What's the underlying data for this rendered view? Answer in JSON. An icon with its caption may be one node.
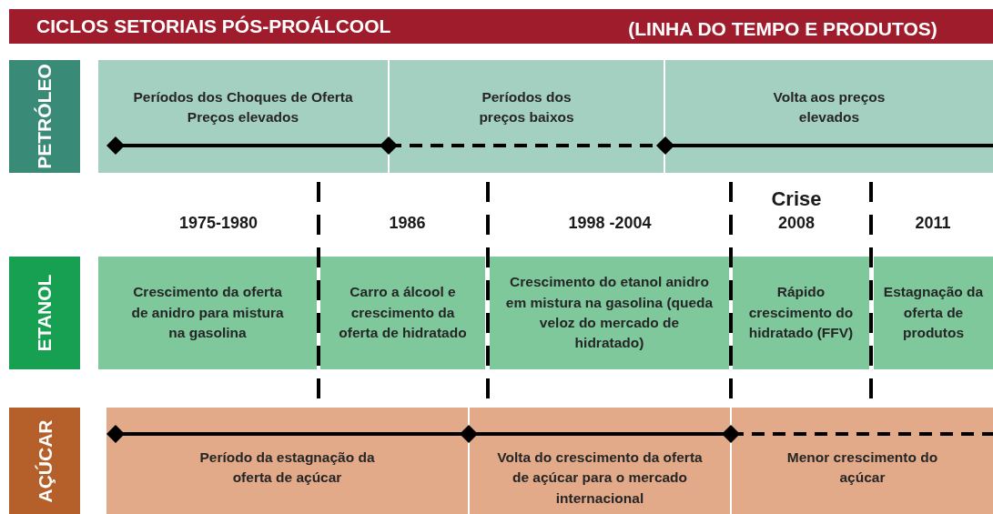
{
  "diagram": {
    "title": "CICLOS SETORIAIS PÓS-PROÁLCOOL",
    "nodes": [
      {
        "text": [
          "PETRÓLEO"
        ]
      },
      {
        "text": [
          "Períodos dos Choques de Oferta Preços elevados"
        ]
      },
      {
        "text": [
          "Períodos dos preços baixos"
        ]
      },
      {
        "text": [
          "Volta aos preços elevados"
        ]
      },
      {
        "text": [
          "ETANOL"
        ]
      },
      {
        "text": [
          "Crescimento da oferta de anidro para mistura na gasolina"
        ]
      },
      {
        "text": [
          "Carro a álcool e crescimento da oferta de hidratado"
        ]
      },
      {
        "text": [
          "Crescimento do etanol anidro em mistura na gasolina (queda veloz do mercado de hidratado)"
        ]
      },
      {
        "text": [
          "Rápido crescimento do hidratado (FFV)"
        ]
      },
      {
        "text": [
          "Estagnação da oferta de produtos"
        ]
      },
      {
        "text": [
          "AÇÚCAR"
        ]
      },
      {
        "text": [
          "Período da estagnação da oferta de açúcar"
        ]
      },
      {
        "text": [
          "Volta do crescimento da oferta de açúcar para o mercado internacional"
        ]
      },
      {
        "text": [
          "Menor crescimento do açúcar"
        ]
      }
    ],
    "labels": [
      "(LINHA DO TEMPO E PRODUTOS)",
      "Crise",
      "1975-1980",
      "1986",
      "1998 -2004",
      "2008",
      "2011"
    ]
  }
}
